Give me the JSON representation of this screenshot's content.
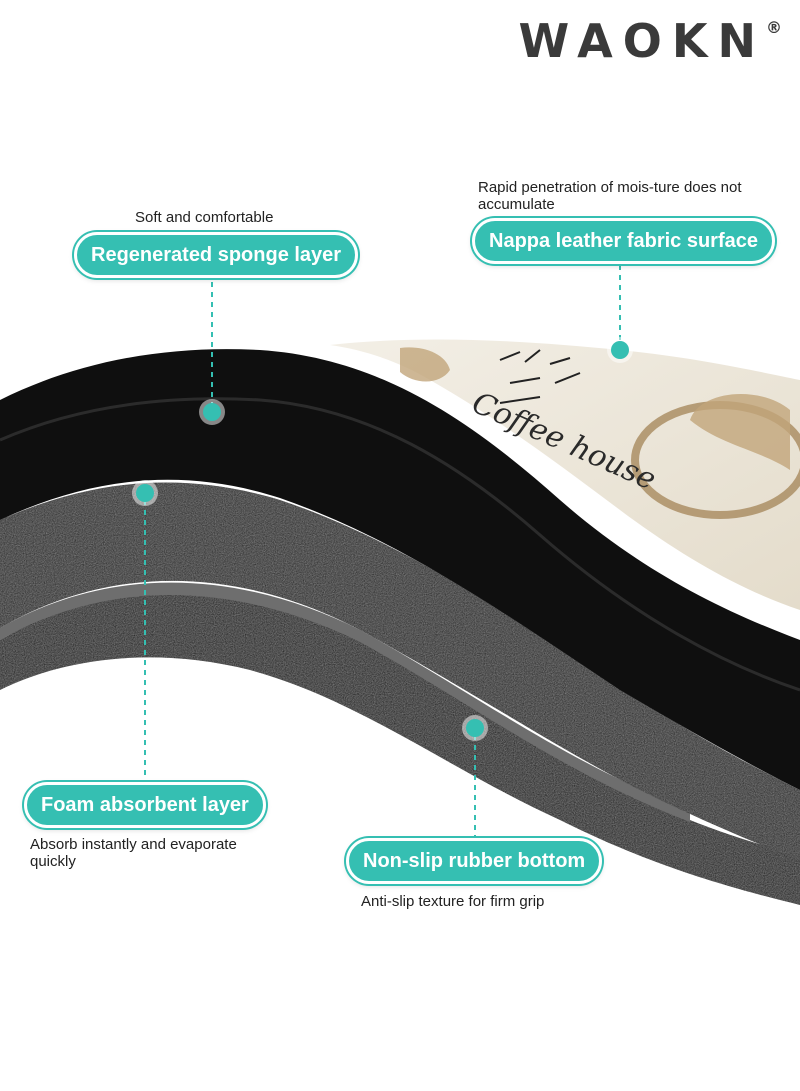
{
  "brand": {
    "name": "WAOKN",
    "mark": "®"
  },
  "colors": {
    "accent": "#35bfb2",
    "layer_dark": "#141414",
    "surface_cream": "#ede7da"
  },
  "layers": [
    {
      "title": "Regenerated sponge layer",
      "caption": "Soft and comfortable"
    },
    {
      "title": "Nappa leather fabric surface",
      "caption": "Rapid penetration of mois-ture does not accumulate"
    },
    {
      "title": "Foam absorbent layer",
      "caption": "Absorb instantly and evaporate quickly"
    },
    {
      "title": "Non-slip rubber bottom",
      "caption": "Anti-slip texture for firm grip"
    }
  ],
  "print_text": {
    "script": "Coffee house"
  }
}
